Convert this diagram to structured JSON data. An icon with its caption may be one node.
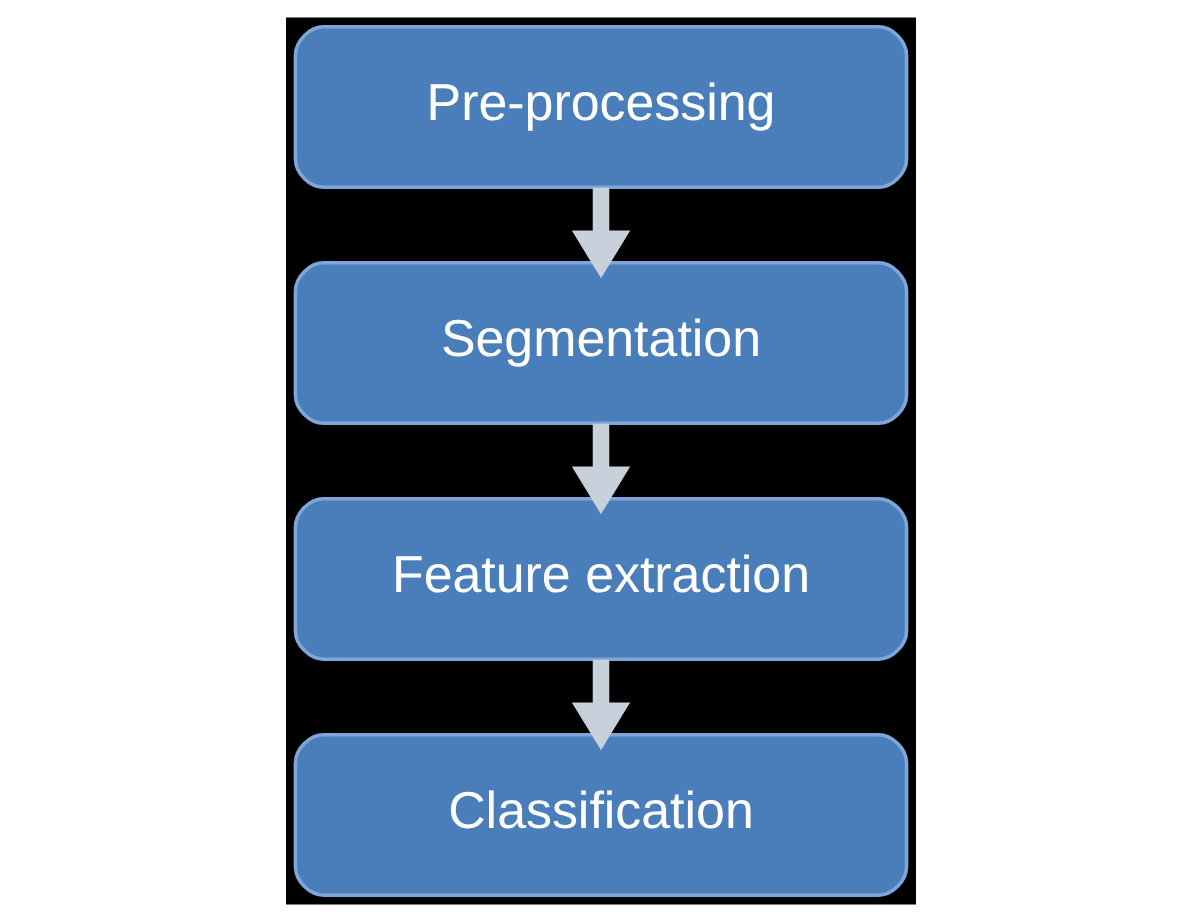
{
  "diagram": {
    "nodes": [
      {
        "text": [
          "Pre-processing"
        ]
      },
      {
        "text": [
          "Segmentation"
        ]
      },
      {
        "text": [
          "Feature extraction"
        ]
      },
      {
        "text": [
          "Classification"
        ]
      }
    ],
    "edges": [
      {
        "from": 0,
        "to": 1,
        "arrow": "to"
      },
      {
        "from": 1,
        "to": 2,
        "arrow": "to"
      },
      {
        "from": 2,
        "to": 3,
        "arrow": "to"
      }
    ]
  }
}
